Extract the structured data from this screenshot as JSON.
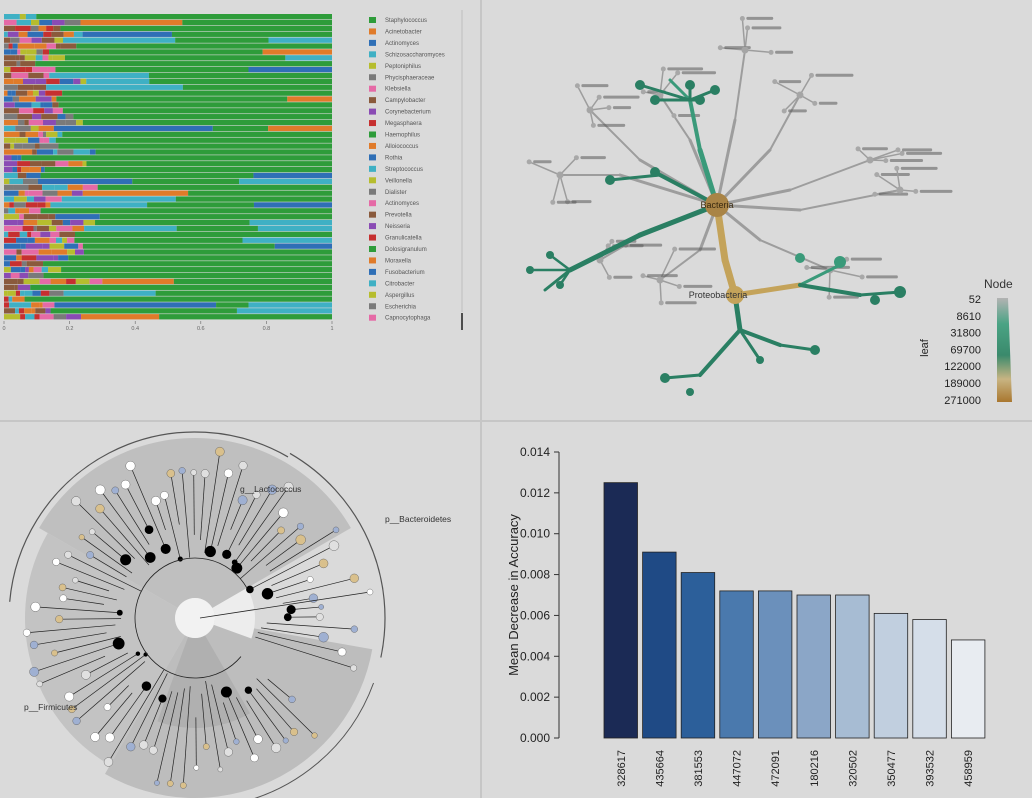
{
  "chart_data": [
    {
      "type": "bar",
      "orientation": "horizontal",
      "stacked": true,
      "xlim": [
        0,
        1
      ],
      "xticks": [
        "0",
        "0.2",
        "0.4",
        "0.6",
        "0.8",
        "1"
      ],
      "row_count": 52,
      "legend": [
        {
          "name": "Staphylococcus",
          "color": "#2e9c3a"
        },
        {
          "name": "Acinetobacter",
          "color": "#e07b2a"
        },
        {
          "name": "Actinomyces",
          "color": "#2f6fb6"
        },
        {
          "name": "Schizosaccharomyces",
          "color": "#3fb0c4"
        },
        {
          "name": "Peptoniphilus",
          "color": "#b6bd2e"
        },
        {
          "name": "Phycisphaeraceae",
          "color": "#7a7a7a"
        },
        {
          "name": "Klebsiella",
          "color": "#e56aa6"
        },
        {
          "name": "Campylobacter",
          "color": "#8a5a3c"
        },
        {
          "name": "Corynebacterium",
          "color": "#8a4bb4"
        },
        {
          "name": "Megasphaera",
          "color": "#c63030"
        },
        {
          "name": "Haemophilus",
          "color": "#2e9c3a"
        },
        {
          "name": "Alloiococcus",
          "color": "#e07b2a"
        },
        {
          "name": "Rothia",
          "color": "#2f6fb6"
        },
        {
          "name": "Streptococcus",
          "color": "#3fb0c4"
        },
        {
          "name": "Veillonella",
          "color": "#b6bd2e"
        },
        {
          "name": "Dialister",
          "color": "#7a7a7a"
        },
        {
          "name": "Actinomyces",
          "color": "#e56aa6"
        },
        {
          "name": "Prevotella",
          "color": "#8a5a3c"
        },
        {
          "name": "Neisseria",
          "color": "#8a4bb4"
        },
        {
          "name": "Granulicatella",
          "color": "#c63030"
        },
        {
          "name": "Dolosigranulum",
          "color": "#2e9c3a"
        },
        {
          "name": "Moraxella",
          "color": "#e07b2a"
        },
        {
          "name": "Fusobacterium",
          "color": "#2f6fb6"
        },
        {
          "name": "Citrobacter",
          "color": "#3fb0c4"
        },
        {
          "name": "Aspergillus",
          "color": "#b6bd2e"
        },
        {
          "name": "Escherichia",
          "color": "#7a7a7a"
        },
        {
          "name": "Capnocytophaga",
          "color": "#e56aa6"
        }
      ]
    },
    {
      "type": "heat-tree",
      "center_label": "Bacteria",
      "labels": [
        "Bacteria",
        "Proteobacteria"
      ],
      "legend_title": "Node",
      "legend_axis_label": "leaf",
      "legend_ticks": [
        "52",
        "8610",
        "31800",
        "69700",
        "122000",
        "189000",
        "271000"
      ]
    },
    {
      "type": "circular-tree",
      "clade_labels": [
        "g__Lactococcus",
        "p__Bacteroidetes",
        "p__Firmicutes"
      ]
    },
    {
      "type": "bar",
      "ylabel": "Mean Decrease in Accuracy",
      "ylim": [
        0,
        0.014
      ],
      "yticks": [
        "0.000",
        "0.002",
        "0.004",
        "0.006",
        "0.008",
        "0.010",
        "0.012",
        "0.014"
      ],
      "categories": [
        "328617",
        "435664",
        "381553",
        "447072",
        "472091",
        "180216",
        "320502",
        "350477",
        "393532",
        "458959"
      ],
      "values": [
        0.0125,
        0.0091,
        0.0081,
        0.0072,
        0.0072,
        0.007,
        0.007,
        0.0061,
        0.0058,
        0.0048
      ],
      "colors": [
        "#1b2a55",
        "#1f4a85",
        "#2c5f9a",
        "#4a79ad",
        "#6b90bb",
        "#8ba6c7",
        "#a7bcd3",
        "#c1cfdf",
        "#d5dee9",
        "#e8ecf1"
      ]
    }
  ]
}
